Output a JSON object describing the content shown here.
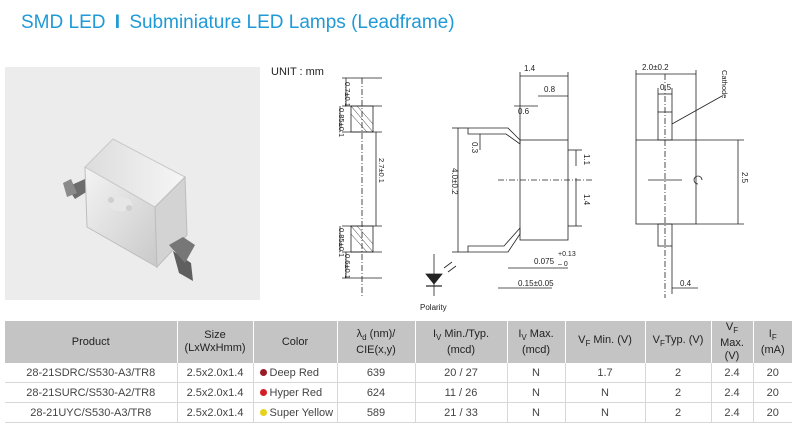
{
  "header": {
    "prefix": "SMD LED",
    "separator": "I",
    "title": "Subminiature LED Lamps (Leadframe)"
  },
  "drawing": {
    "unit_label": "UNIT : mm",
    "polarity_label": "Polarity",
    "cathode_label": "Cathode",
    "dims": {
      "top_width": "1.4",
      "top_inner": "0.8",
      "lead": "0.6",
      "small": "0.3",
      "height": "4.0±0.2",
      "tol_pos": "+0.13",
      "tol_neg": "– 0",
      "offset": "0.075",
      "bottom": "0.15±0.05",
      "right_w": "2.0±0.2",
      "right_inner": "0.5",
      "right_h": "2.5",
      "right_bottom": "0.4",
      "side_a": "1.1",
      "side_b": "1.4",
      "left_a": "0.7±0.1",
      "left_b": "0.85±0.1",
      "left_c": "2.7±0.1",
      "left_d": "0.85±0.1",
      "left_e": "0.6±0.1"
    }
  },
  "table": {
    "headers": {
      "product": "Product",
      "size": "Size",
      "size_sub": "(LxWxHmm)",
      "color": "Color",
      "wavelength_pre": "λ",
      "wavelength_sub": "d",
      "wavelength_post": " (nm)/",
      "wavelength_line2": "CIE(x,y)",
      "iv_mintyp_pre": "I",
      "iv_sub": "V",
      "iv_mintyp_post": " Min./Typ.",
      "iv_unit": "(mcd)",
      "iv_max_post": " Max.",
      "iv_max_unit": "(mcd)",
      "vf_min_pre": "V",
      "vf_sub": "F",
      "vf_min_post": " Min. (V)",
      "vf_typ_post": "Typ. (V)",
      "vf_max_post": " Max.",
      "vf_max_unit": "(V)",
      "if_pre": "I",
      "if_sub": "F",
      "if_unit": "(mA)"
    },
    "rows": [
      {
        "product": "28-21SDRC/S530-A3/TR8",
        "size": "2.5x2.0x1.4",
        "color": "Deep Red",
        "dot": "#9b1b24",
        "wavelength": "639",
        "iv": "20 / 27",
        "iv_max": "N",
        "vf_min": "1.7",
        "vf_typ": "2",
        "vf_max": "2.4",
        "if": "20"
      },
      {
        "product": "28-21SURC/S530-A2/TR8",
        "size": "2.5x2.0x1.4",
        "color": "Hyper Red",
        "dot": "#d51f26",
        "wavelength": "624",
        "iv": "11 / 26",
        "iv_max": "N",
        "vf_min": "N",
        "vf_typ": "2",
        "vf_max": "2.4",
        "if": "20"
      },
      {
        "product": "28-21UYC/S530-A3/TR8",
        "size": "2.5x2.0x1.4",
        "color": "Super Yellow",
        "dot": "#e6d21a",
        "wavelength": "589",
        "iv": "21 / 33",
        "iv_max": "N",
        "vf_min": "N",
        "vf_typ": "2",
        "vf_max": "2.4",
        "if": "20"
      }
    ]
  }
}
